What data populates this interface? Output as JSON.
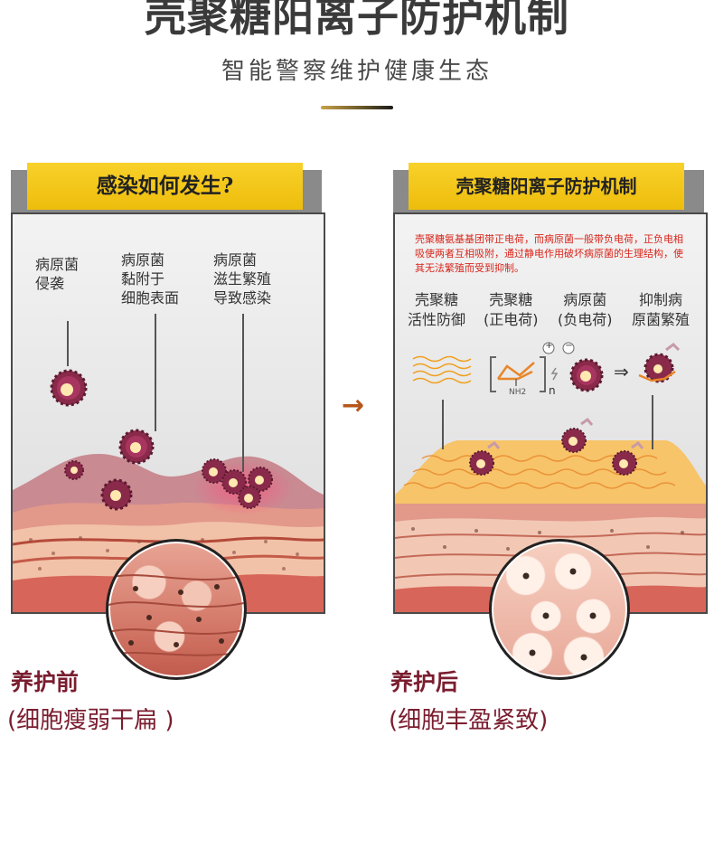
{
  "header": {
    "title": "壳聚糖阳离子防护机制",
    "subtitle": "智能警察维护健康生态"
  },
  "left": {
    "tab_label": "感染如何发生?",
    "labels": [
      [
        "病原菌",
        "侵袭"
      ],
      [
        "病原菌",
        "黏附于",
        "细胞表面"
      ],
      [
        "病原菌",
        "滋生繁殖",
        "导致感染"
      ]
    ],
    "caption_title": "养护前",
    "caption_sub": "(细胞瘦弱干扁 )"
  },
  "right": {
    "tab_label": "壳聚糖阳离子防护机制",
    "note": "壳聚糖氨基基团带正电荷，而病原菌一般带负电荷，正负电相吸使两者互相吸附，通过静电作用破坏病原菌的生理结构，使其无法繁殖而受到抑制。",
    "columns": [
      [
        "壳聚糖",
        "活性防御"
      ],
      [
        "壳聚糖",
        "(正电荷)"
      ],
      [
        "病原菌",
        "(负电荷)"
      ],
      [
        "抑制病",
        "原菌繁殖"
      ]
    ],
    "formula_group": "NH2",
    "formula_sub": "n",
    "charge_plus": "+",
    "charge_minus": "−",
    "caption_title": "养护后",
    "caption_sub": "(细胞丰盈紧致)"
  },
  "arrows": {
    "between_panels": "→",
    "mechanism": "⇒"
  },
  "colors": {
    "tab_yellow": "#f2c318",
    "caption": "#7a1d2f",
    "note_red": "#d8261c",
    "arrow": "#b5561a"
  }
}
